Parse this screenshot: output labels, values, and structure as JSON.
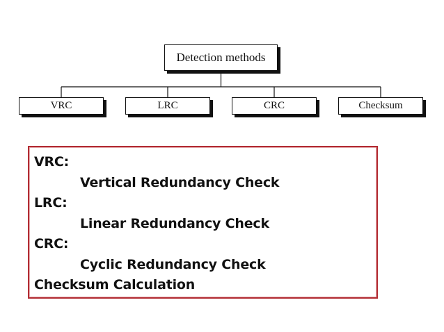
{
  "diagram": {
    "root": "Detection methods",
    "children": [
      "VRC",
      "LRC",
      "CRC",
      "Checksum"
    ]
  },
  "legend": {
    "entries": [
      {
        "term": "VRC:",
        "definition": "Vertical Redundancy Check"
      },
      {
        "term": "LRC:",
        "definition": "Linear Redundancy Check"
      },
      {
        "term": "CRC:",
        "definition": "Cyclic Redundancy Check"
      }
    ],
    "footer": "Checksum Calculation"
  },
  "colors": {
    "legend_border": "#b22c33",
    "ink": "#111111"
  }
}
